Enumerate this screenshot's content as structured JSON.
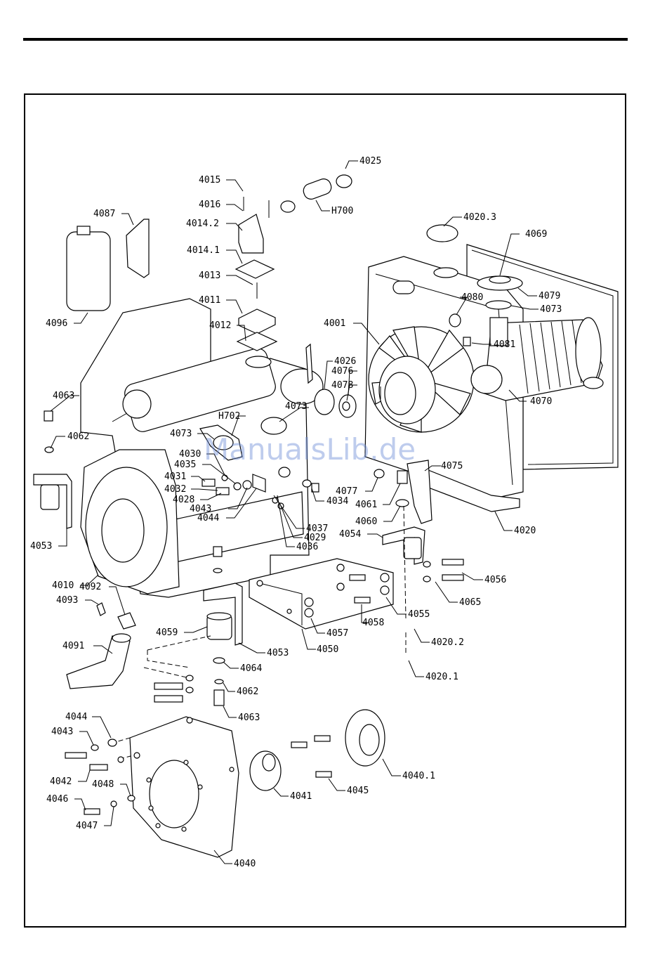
{
  "diagram": {
    "watermark": "ManualsLib.de",
    "labels": [
      "4025",
      "4015",
      "H700",
      "4016",
      "4014.2",
      "4087",
      "4020.3",
      "4069",
      "4014.1",
      "4013",
      "4079",
      "4080",
      "4073",
      "4011",
      "4096",
      "4012",
      "4001",
      "4081",
      "4026",
      "4076",
      "4078",
      "4063",
      "4073",
      "H702",
      "4073",
      "4070",
      "4062",
      "4030",
      "4075",
      "4035",
      "4031",
      "4032",
      "4077",
      "4028",
      "4034",
      "4061",
      "4043",
      "4044",
      "4060",
      "4020",
      "4037",
      "4029",
      "4054",
      "4053",
      "4036",
      "4010",
      "4056",
      "4092",
      "4093",
      "4065",
      "4055",
      "4058",
      "4057",
      "4059",
      "4020.2",
      "4053",
      "4050",
      "4091",
      "4064",
      "4020.1",
      "4062",
      "4063",
      "4044",
      "4043",
      "4040.1",
      "4042",
      "4048",
      "4041",
      "4045",
      "4046",
      "4047",
      "4040"
    ]
  }
}
